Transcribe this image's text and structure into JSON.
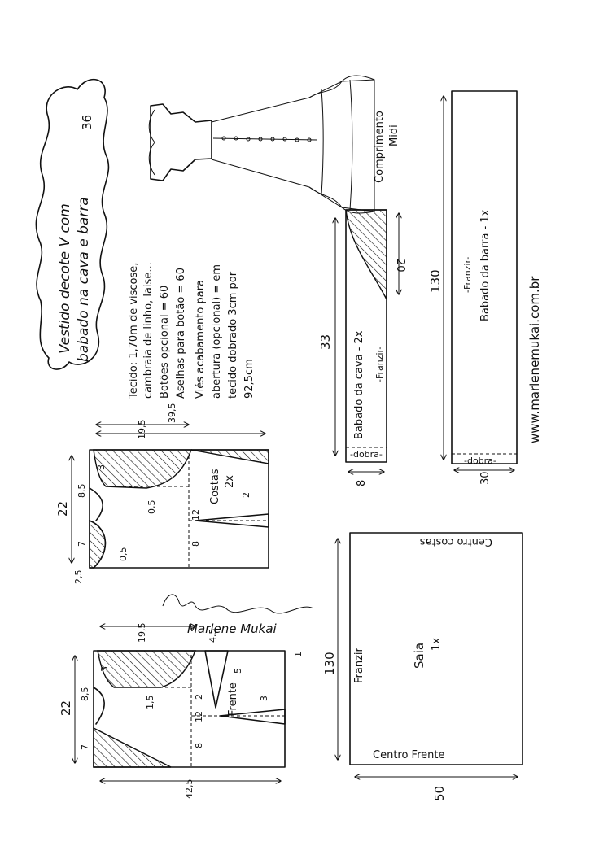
{
  "title": {
    "line1": "Vestido decote V com",
    "line2": "babado na cava e barra",
    "size": "36"
  },
  "notes": {
    "fabric": "Tecido: 1,70m de viscose,",
    "fabric2": "cambraia de linho, laise...",
    "buttons": "Botões opcional = 60",
    "loops": "Aselhas para botão = 60",
    "facing": "Viés acabamento para",
    "facing2": "abertura (opcional) = em",
    "facing3": "tecido dobrado 3cm por",
    "facing4": "92,5cm"
  },
  "dress_label": {
    "line1": "Comprimento",
    "line2": "Midi"
  },
  "sleeve_ruffle": {
    "name": "Babado da cava - 2x",
    "gather": "-Franzir-",
    "fold": "-dobra-",
    "length": "33",
    "width": "8",
    "curve": "20"
  },
  "hem_ruffle": {
    "name": "Babado da barra - 1x",
    "gather": "-Franzir-",
    "fold": "-dobra-",
    "length": "130",
    "width": "30"
  },
  "website": "www.marlenemukai.com.br",
  "back": {
    "name": "Costas",
    "count": "2x",
    "top_width": "19,5",
    "total_width": "39,5",
    "height": "22",
    "neck": "3",
    "armhole_a": "8,5",
    "armhole_b": "7",
    "side": "2,5",
    "dart_a": "12",
    "dart_b": "8",
    "dart_c": "2",
    "shoulder": "0,5",
    "curve": "0,5"
  },
  "front": {
    "name": "Frente",
    "top_width": "19,5",
    "total_width": "42,5",
    "height": "22",
    "neck": "3",
    "armhole_a": "8,5",
    "armhole_b": "7",
    "dart_a": "12",
    "dart_b": "8",
    "dart_c": "2",
    "dart_d": "3",
    "dart_e": "5",
    "shoulder": "1,5",
    "tuck": "4,5",
    "mark": "1"
  },
  "skirt": {
    "name": "Saia",
    "count": "1x",
    "gather": "Franzir",
    "center_front": "Centro Frente",
    "center_back": "Centro costas",
    "length": "130",
    "width": "50"
  },
  "signature": "Marlene Mukai"
}
